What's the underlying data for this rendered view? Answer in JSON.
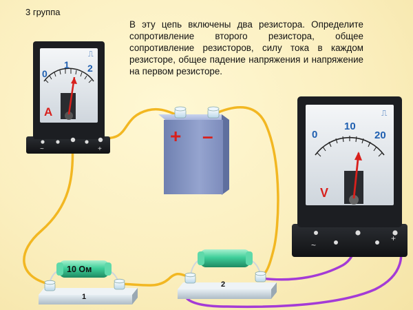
{
  "group_label": "3 группа",
  "task_text": "В эту цепь включены два резистора. Определите сопротивление второго резистора, общее сопротивление резисторов, силу тока в каждом резисторе, общее падение напряжения и напряжение на первом резисторе.",
  "ammeter": {
    "scale": [
      "0",
      "1",
      "2"
    ],
    "symbol": "A",
    "dc_sign": "⎍",
    "terminal_signs": [
      "~",
      "+"
    ]
  },
  "voltmeter": {
    "scale": [
      "0",
      "10",
      "20"
    ],
    "symbol": "V",
    "dc_sign": "⎍",
    "terminal_signs": [
      "~",
      "+"
    ]
  },
  "battery": {
    "plus": "+",
    "minus": "–"
  },
  "resistor1": {
    "value_label": "10 Ом",
    "number": "1"
  },
  "resistor2": {
    "value_label": "",
    "number": "2"
  },
  "colors": {
    "wire_yellow": "#f2b722",
    "wire_purple": "#a43bd6",
    "meter_body": "#1c1e22",
    "scale_blue": "#1f5fb0",
    "needle_red": "#d8201c",
    "battery_body": "#7f8fbc",
    "resistor_green": "#3fcf9a"
  }
}
